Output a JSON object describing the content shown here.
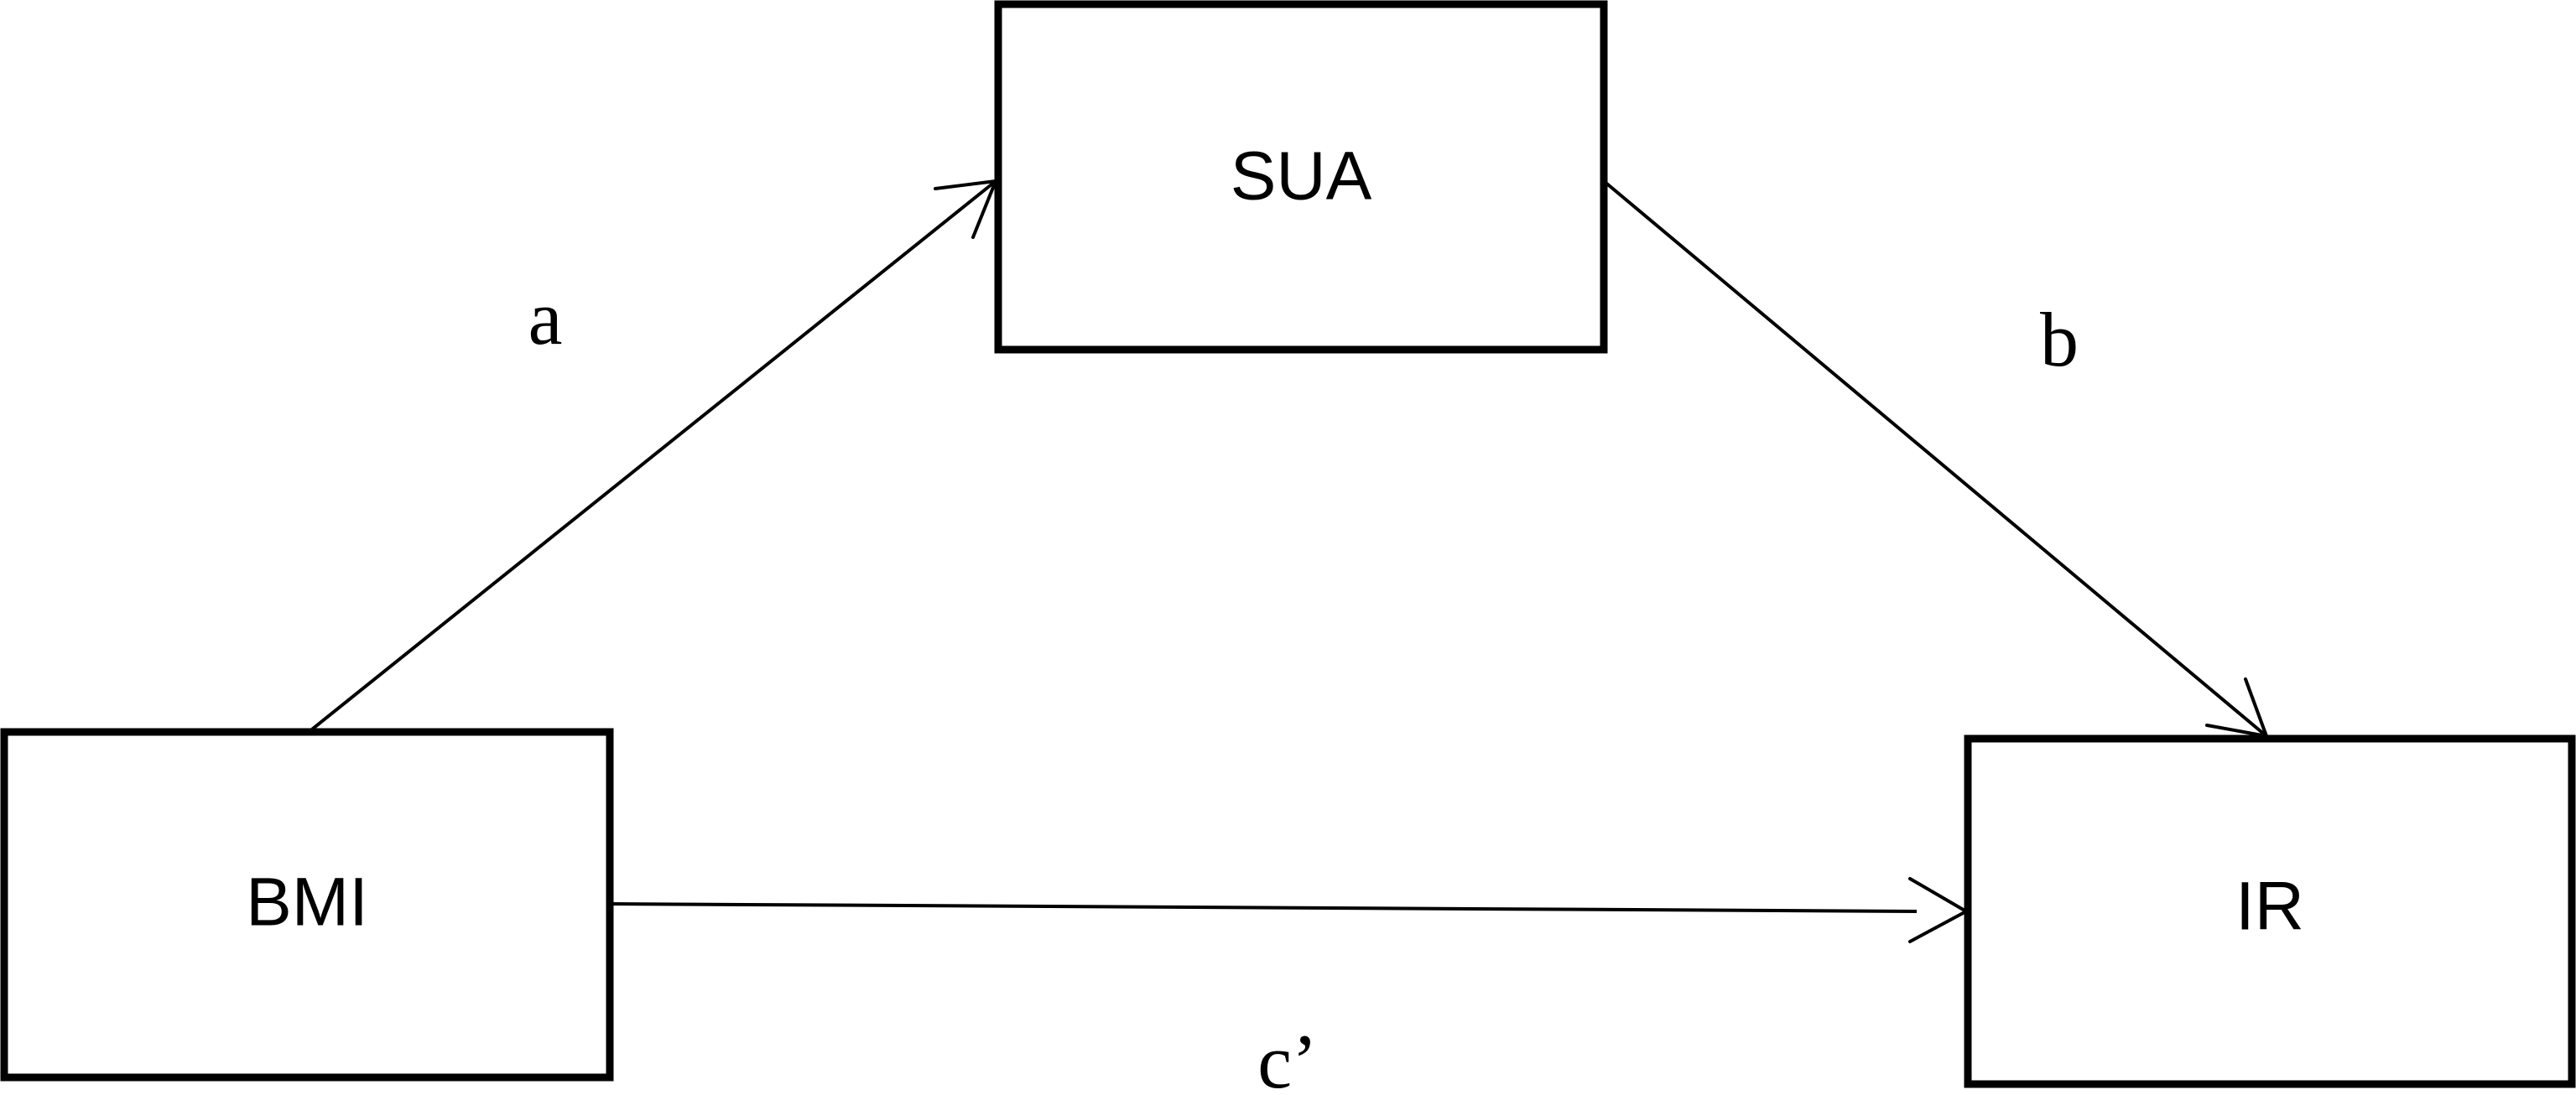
{
  "diagram": {
    "nodes": {
      "mediator": {
        "label": "SUA"
      },
      "exposure": {
        "label": "BMI"
      },
      "outcome": {
        "label": "IR"
      }
    },
    "edges": {
      "path_a": {
        "label": "a",
        "from": "BMI",
        "to": "SUA"
      },
      "path_b": {
        "label": "b",
        "from": "SUA",
        "to": "IR"
      },
      "path_c_prime": {
        "label": "c’",
        "from": "BMI",
        "to": "IR"
      }
    },
    "colors": {
      "stroke": "#000000",
      "background": "#ffffff"
    }
  }
}
